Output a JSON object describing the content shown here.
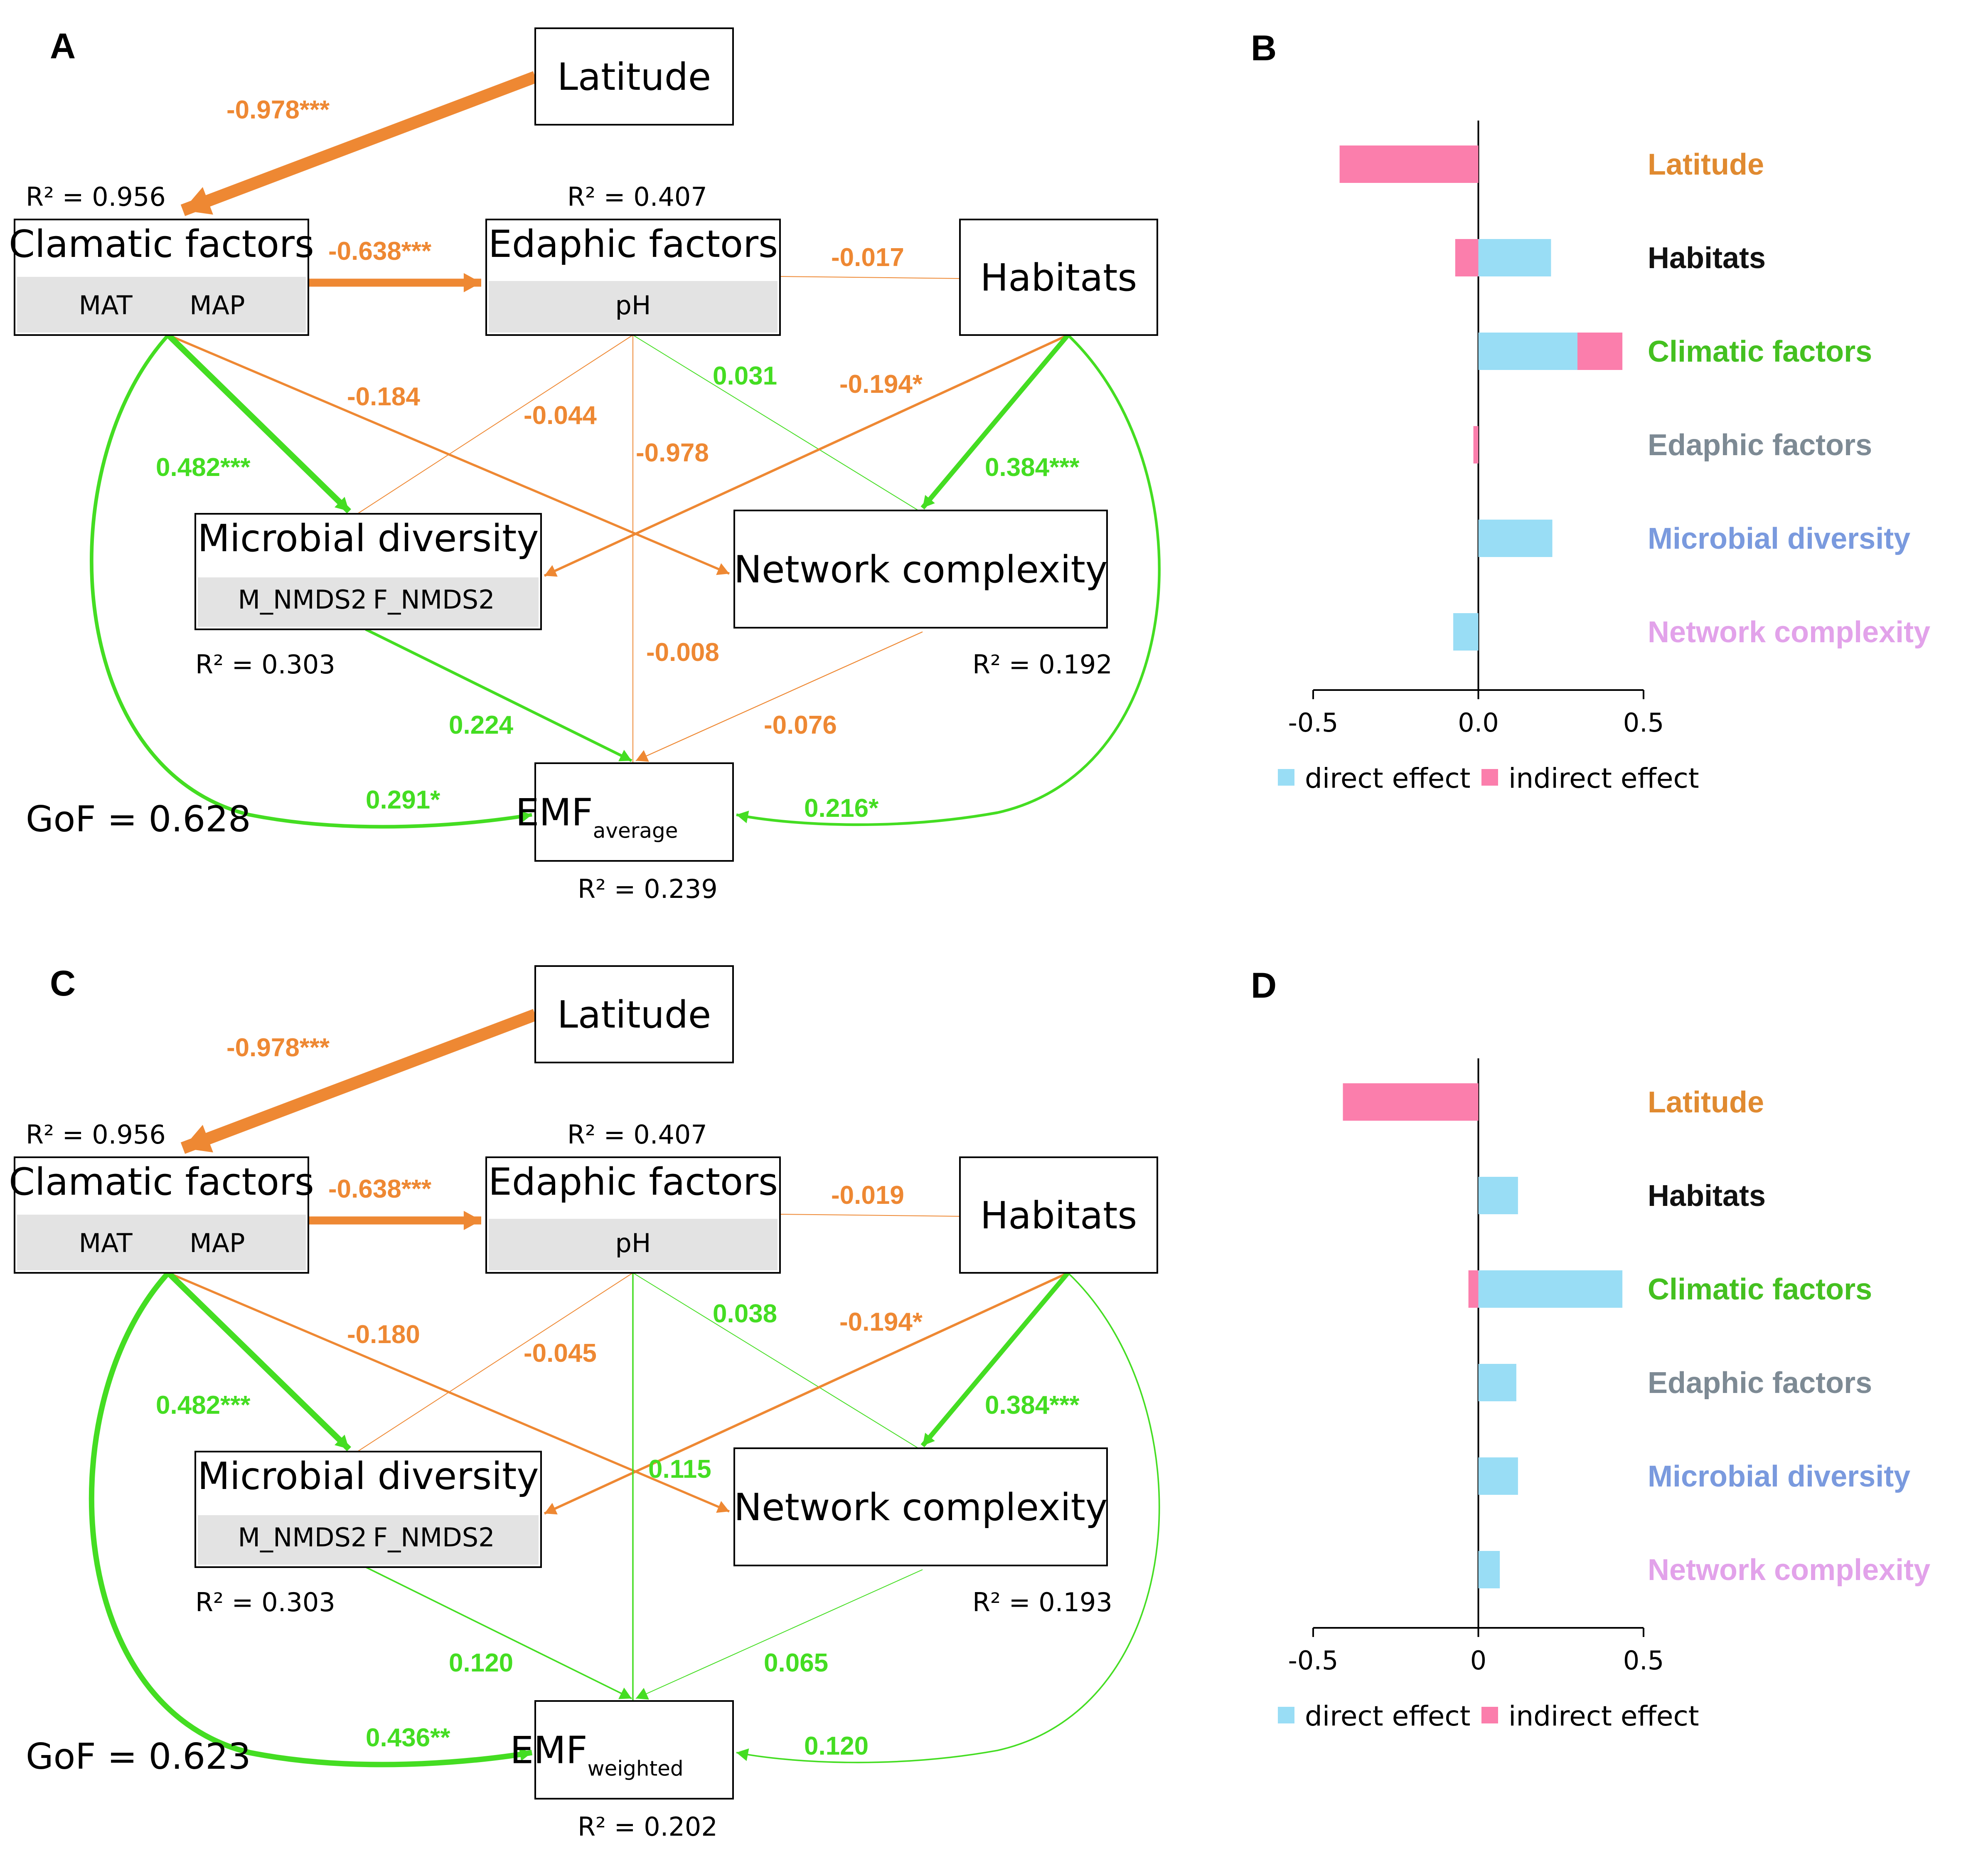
{
  "colors": {
    "negative_path": "#ee8833",
    "positive_path": "#44dd22",
    "direct_effect": "#99ddf5",
    "indirect_effect": "#fb7eac",
    "box_fill_sub": "#e3e3e3",
    "label_latitude": "#e08a30",
    "label_habitats": "#111111",
    "label_climatic": "#44c020",
    "label_edaphic": "#7d8a94",
    "label_microbial": "#7a9ade",
    "label_network": "#e2a2ea"
  },
  "panel_a": {
    "letter": "A",
    "boxes": {
      "latitude": {
        "label": "Latitude"
      },
      "climatic": {
        "label": "Clamatic factors",
        "sub1": "MAT",
        "sub2": "MAP",
        "r2": "R² = 0.956"
      },
      "edaphic": {
        "label": "Edaphic factors",
        "sub1": "pH",
        "r2": "R² = 0.407"
      },
      "habitats": {
        "label": "Habitats"
      },
      "microbial": {
        "label": "Microbial diversity",
        "sub1": "M_NMDS2",
        "sub2": "F_NMDS2",
        "r2": "R² = 0.303"
      },
      "network": {
        "label": "Network complexity",
        "r2": "R² = 0.192"
      },
      "emf": {
        "label": "EMF",
        "subscript": "average",
        "r2": "R² = 0.239"
      }
    },
    "gof": "GoF = 0.628",
    "paths": [
      {
        "id": "lat-clim",
        "coef": "-0.978***",
        "sign": "neg",
        "strength": 0.978
      },
      {
        "id": "clim-edaph",
        "coef": "-0.638***",
        "sign": "neg",
        "strength": 0.638
      },
      {
        "id": "hab-edaph",
        "coef": "-0.017",
        "sign": "neg",
        "strength": 0.017
      },
      {
        "id": "clim-net",
        "coef": "-0.184",
        "sign": "neg",
        "strength": 0.184
      },
      {
        "id": "edaph-micro",
        "coef": "-0.044",
        "sign": "neg",
        "strength": 0.044
      },
      {
        "id": "edaph-net",
        "coef": "0.031",
        "sign": "pos",
        "strength": 0.031
      },
      {
        "id": "hab-micro",
        "coef": "-0.194*",
        "sign": "neg",
        "strength": 0.194
      },
      {
        "id": "clim-micro",
        "coef": "0.482***",
        "sign": "pos",
        "strength": 0.482
      },
      {
        "id": "edaph-emf",
        "coef": "-0.978",
        "sign": "neg",
        "strength": 0.02
      },
      {
        "id": "hab-net",
        "coef": "0.384***",
        "sign": "pos",
        "strength": 0.384
      },
      {
        "id": "edaph-emf-b",
        "coef": "-0.008",
        "sign": "neg",
        "strength": 0.008
      },
      {
        "id": "micro-emf",
        "coef": "0.224",
        "sign": "pos",
        "strength": 0.224
      },
      {
        "id": "net-emf",
        "coef": "-0.076",
        "sign": "neg",
        "strength": 0.076
      },
      {
        "id": "clim-emf",
        "coef": "0.291*",
        "sign": "pos",
        "strength": 0.291
      },
      {
        "id": "hab-emf",
        "coef": "0.216*",
        "sign": "pos",
        "strength": 0.216
      }
    ]
  },
  "panel_c": {
    "letter": "C",
    "boxes": {
      "latitude": {
        "label": "Latitude"
      },
      "climatic": {
        "label": "Clamatic factors",
        "sub1": "MAT",
        "sub2": "MAP",
        "r2": "R² = 0.956"
      },
      "edaphic": {
        "label": "Edaphic factors",
        "sub1": "pH",
        "r2": "R² = 0.407"
      },
      "habitats": {
        "label": "Habitats"
      },
      "microbial": {
        "label": "Microbial diversity",
        "sub1": "M_NMDS2",
        "sub2": "F_NMDS2",
        "r2": "R² = 0.303"
      },
      "network": {
        "label": "Network complexity",
        "r2": "R² = 0.193"
      },
      "emf": {
        "label": "EMF",
        "subscript": "weighted",
        "r2": "R² = 0.202"
      }
    },
    "gof": "GoF = 0.623",
    "paths": [
      {
        "id": "lat-clim",
        "coef": "-0.978***",
        "sign": "neg",
        "strength": 0.978
      },
      {
        "id": "clim-edaph",
        "coef": "-0.638***",
        "sign": "neg",
        "strength": 0.638
      },
      {
        "id": "hab-edaph",
        "coef": "-0.019",
        "sign": "neg",
        "strength": 0.019
      },
      {
        "id": "clim-net",
        "coef": "-0.180",
        "sign": "neg",
        "strength": 0.18
      },
      {
        "id": "edaph-micro",
        "coef": "-0.045",
        "sign": "neg",
        "strength": 0.045
      },
      {
        "id": "edaph-net",
        "coef": "0.038",
        "sign": "pos",
        "strength": 0.038
      },
      {
        "id": "hab-micro",
        "coef": "-0.194*",
        "sign": "neg",
        "strength": 0.194
      },
      {
        "id": "clim-micro",
        "coef": "0.482***",
        "sign": "pos",
        "strength": 0.482
      },
      {
        "id": "hab-net",
        "coef": "0.384***",
        "sign": "pos",
        "strength": 0.384
      },
      {
        "id": "edaph-emf",
        "coef": "0.115",
        "sign": "pos",
        "strength": 0.115
      },
      {
        "id": "micro-emf",
        "coef": "0.120",
        "sign": "pos",
        "strength": 0.12
      },
      {
        "id": "net-emf",
        "coef": "0.065",
        "sign": "pos",
        "strength": 0.065
      },
      {
        "id": "clim-emf",
        "coef": "0.436**",
        "sign": "pos",
        "strength": 0.436
      },
      {
        "id": "hab-emf",
        "coef": "0.120",
        "sign": "pos",
        "strength": 0.12
      }
    ]
  },
  "chart_data": [
    {
      "panel": "B",
      "type": "bar",
      "orientation": "horizontal",
      "stacked": true,
      "categories": [
        "Latitude",
        "Habitats",
        "Climatic factors",
        "Edaphic factors",
        "Microbial diversity",
        "Network complexity"
      ],
      "series": [
        {
          "name": "direct effect",
          "values": [
            0,
            0.22,
            0.3,
            0,
            0.224,
            -0.076
          ]
        },
        {
          "name": "indirect effect",
          "values": [
            -0.42,
            -0.07,
            0.136,
            -0.015,
            0,
            0
          ]
        }
      ],
      "xlim": [
        -0.5,
        0.5
      ],
      "xticks": [
        "-0.5",
        "0.0",
        "0.5"
      ],
      "legend": "bottom"
    },
    {
      "panel": "D",
      "type": "bar",
      "orientation": "horizontal",
      "stacked": true,
      "categories": [
        "Latitude",
        "Habitats",
        "Climatic factors",
        "Edaphic factors",
        "Microbial diversity",
        "Network complexity"
      ],
      "series": [
        {
          "name": "direct effect",
          "values": [
            0,
            0.12,
            0.436,
            0.115,
            0.12,
            0.065
          ]
        },
        {
          "name": "indirect effect",
          "values": [
            -0.41,
            0,
            -0.03,
            0,
            0,
            0
          ]
        }
      ],
      "xlim": [
        -0.5,
        0.5
      ],
      "xticks": [
        "-0.5",
        "0",
        "0.5"
      ],
      "legend": "bottom"
    }
  ]
}
